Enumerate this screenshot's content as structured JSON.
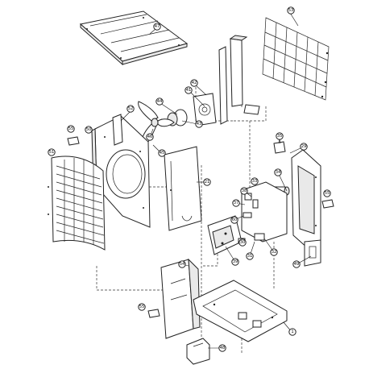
{
  "callouts": [
    {
      "id": "47",
      "label": "47"
    },
    {
      "id": "53",
      "label": "53"
    },
    {
      "id": "42",
      "label": "42"
    },
    {
      "id": "41",
      "label": "41"
    },
    {
      "id": "44",
      "label": "44"
    },
    {
      "id": "43",
      "label": "43"
    },
    {
      "id": "52",
      "label": "52"
    },
    {
      "id": "55a",
      "label": "55"
    },
    {
      "id": "50",
      "label": "50"
    },
    {
      "id": "46",
      "label": "46"
    },
    {
      "id": "45",
      "label": "45"
    },
    {
      "id": "51",
      "label": "51"
    },
    {
      "id": "21",
      "label": "21"
    },
    {
      "id": "35",
      "label": "35"
    },
    {
      "id": "29",
      "label": "29"
    },
    {
      "id": "33",
      "label": "33"
    },
    {
      "id": "34",
      "label": "34"
    },
    {
      "id": "38",
      "label": "38"
    },
    {
      "id": "37",
      "label": "37"
    },
    {
      "id": "55b",
      "label": "55"
    },
    {
      "id": "60",
      "label": "60"
    },
    {
      "id": "30",
      "label": "30"
    },
    {
      "id": "31",
      "label": "31"
    },
    {
      "id": "32",
      "label": "32"
    },
    {
      "id": "54",
      "label": "54"
    },
    {
      "id": "39",
      "label": "39"
    },
    {
      "id": "49",
      "label": "49"
    },
    {
      "id": "55c",
      "label": "55"
    },
    {
      "id": "1",
      "label": "1"
    },
    {
      "id": "48",
      "label": "48"
    }
  ]
}
